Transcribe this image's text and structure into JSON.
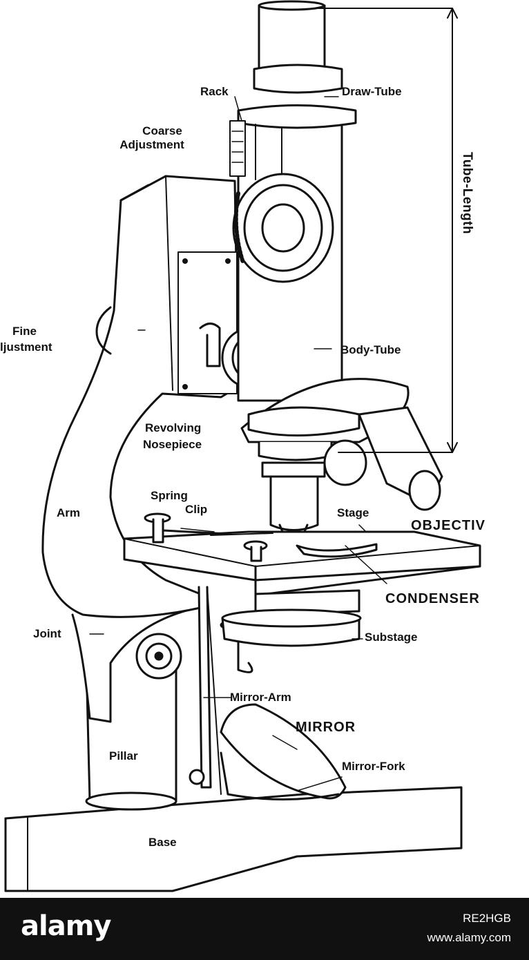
{
  "labels": {
    "rack": "Rack",
    "draw_tube": "Draw-Tube",
    "coarse_adjustment_1": "Coarse",
    "coarse_adjustment_2": "Adjustment",
    "tube_length": "Tube-Length",
    "fine_adjustment_1": "Fine",
    "fine_adjustment_2": "ljustment",
    "body_tube": "Body-Tube",
    "revolving_nosepiece_1": "Revolving",
    "revolving_nosepiece_2": "Nosepiece",
    "spring_clip_1": "Spring",
    "spring_clip_2": "Clip",
    "arm": "Arm",
    "stage": "Stage",
    "objective": "OBJECTIV",
    "condenser": "CONDENSER",
    "joint": "Joint",
    "substage": "Substage",
    "mirror_arm": "Mirror-Arm",
    "mirror": "MIRROR",
    "pillar": "Pillar",
    "mirror_fork": "Mirror-Fork",
    "base": "Base"
  },
  "watermark": {
    "brand": "alamy",
    "stock_id": "RE2HGB",
    "url": "www.alamy.com"
  }
}
